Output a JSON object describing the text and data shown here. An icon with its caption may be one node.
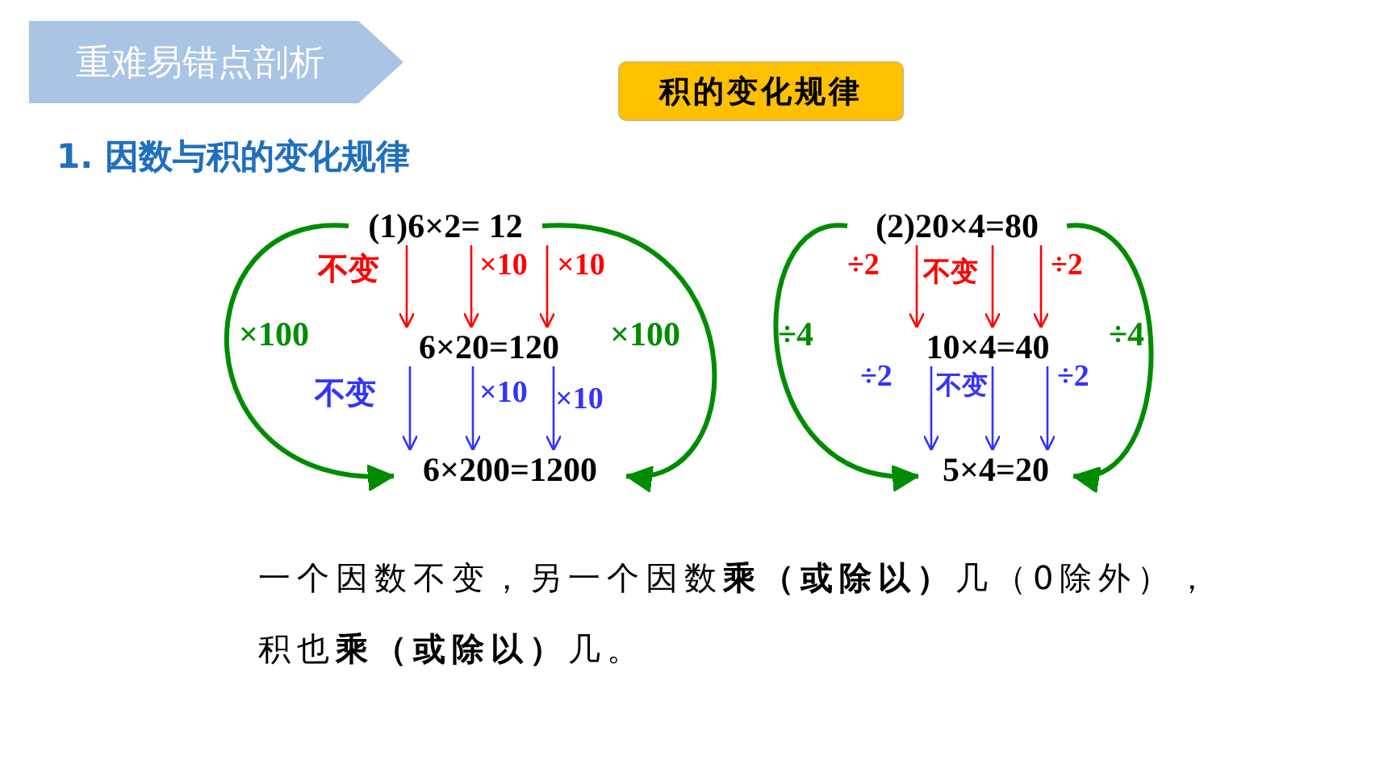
{
  "diagram": {
    "nodes": [
      {
        "text": [
          "重难易错点剖析"
        ]
      },
      {
        "text": [
          "积的变化规律"
        ]
      },
      {
        "text": [
          "(1)6×2= 12"
        ]
      },
      {
        "text": [
          "6×20=120"
        ]
      },
      {
        "text": [
          "6×200=1200"
        ]
      },
      {
        "text": [
          "(2)20×4=80"
        ]
      },
      {
        "text": [
          "10×4=40"
        ]
      },
      {
        "text": [
          "5×4=20"
        ]
      }
    ],
    "edges": [
      {
        "from": 2,
        "to": 3,
        "arrow": "to",
        "label": "不变",
        "color": "#ff0000"
      },
      {
        "from": 2,
        "to": 3,
        "arrow": "to",
        "label": "×10",
        "color": "#ff0000"
      },
      {
        "from": 2,
        "to": 3,
        "arrow": "to",
        "label": "×10",
        "color": "#ff0000"
      },
      {
        "from": 3,
        "to": 4,
        "arrow": "to",
        "label": "不变",
        "color": "#3333ff"
      },
      {
        "from": 3,
        "to": 4,
        "arrow": "to",
        "label": "×10",
        "color": "#3333ff"
      },
      {
        "from": 3,
        "to": 4,
        "arrow": "to",
        "label": "×10",
        "color": "#3333ff"
      },
      {
        "from": 2,
        "to": 4,
        "arrow": "to",
        "label": "×100",
        "color": "#008c00",
        "style": "thick"
      },
      {
        "from": 2,
        "to": 4,
        "arrow": "to",
        "label": "×100",
        "color": "#008c00",
        "style": "thick"
      },
      {
        "from": 5,
        "to": 6,
        "arrow": "to",
        "label": "÷2",
        "color": "#ff0000"
      },
      {
        "from": 5,
        "to": 6,
        "arrow": "to",
        "label": "不变",
        "color": "#ff0000"
      },
      {
        "from": 5,
        "to": 6,
        "arrow": "to",
        "label": "÷2",
        "color": "#ff0000"
      },
      {
        "from": 6,
        "to": 7,
        "arrow": "to",
        "label": "÷2",
        "color": "#3333ff"
      },
      {
        "from": 6,
        "to": 7,
        "arrow": "to",
        "label": "不变",
        "color": "#3333ff"
      },
      {
        "from": 6,
        "to": 7,
        "arrow": "to",
        "label": "÷2",
        "color": "#3333ff"
      },
      {
        "from": 5,
        "to": 7,
        "arrow": "to",
        "label": "÷4",
        "color": "#008c00",
        "style": "thick"
      },
      {
        "from": 5,
        "to": 7,
        "arrow": "to",
        "label": "÷4",
        "color": "#008c00",
        "style": "thick"
      }
    ],
    "labels": [
      "1. 因数与积的变化规律",
      "一个因数不变，另一个因数**乘（或除以）**几（0除外），积也**乘（或除以）**几。"
    ]
  }
}
